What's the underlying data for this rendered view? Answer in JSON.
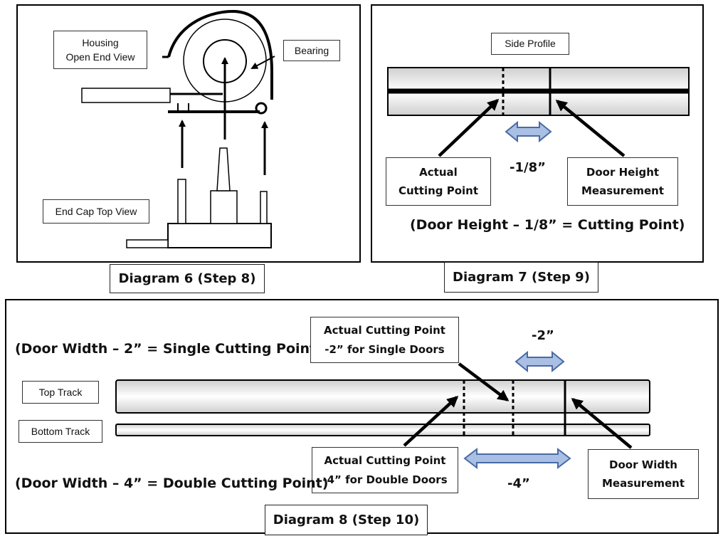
{
  "diagram6": {
    "caption": "Diagram 6 (Step 8)",
    "housing_label": "Housing\nOpen End View",
    "bearing_label": "Bearing",
    "endcap_label": "End Cap Top View"
  },
  "diagram7": {
    "caption": "Diagram 7 (Step 9)",
    "side_profile_label": "Side Profile",
    "actual_cutting_point_label": "Actual\nCutting Point",
    "offset_label": "-1/8”",
    "door_height_label": "Door Height\nMeasurement",
    "formula": "(Door Height – 1/8” = Cutting Point)"
  },
  "diagram8": {
    "caption": "Diagram 8 (Step 10)",
    "single_formula": "(Door Width – 2” = Single Cutting Point)",
    "double_formula": "(Door Width – 4” = Double Cutting Point)",
    "single_cut_label": "Actual Cutting Point\n-2” for Single Doors",
    "double_cut_label": "Actual Cutting Point\n-4” for Double Doors",
    "single_offset_label": "-2”",
    "double_offset_label": "-4”",
    "top_track_label": "Top Track",
    "bottom_track_label": "Bottom Track",
    "door_width_label": "Door Width\nMeasurement"
  },
  "colors": {
    "double_arrow_fill": "#a9bfe3",
    "double_arrow_stroke": "#4a6aa5",
    "track_gradient_mid": "#ffffff",
    "track_gradient_edge": "#cfcfcf"
  }
}
